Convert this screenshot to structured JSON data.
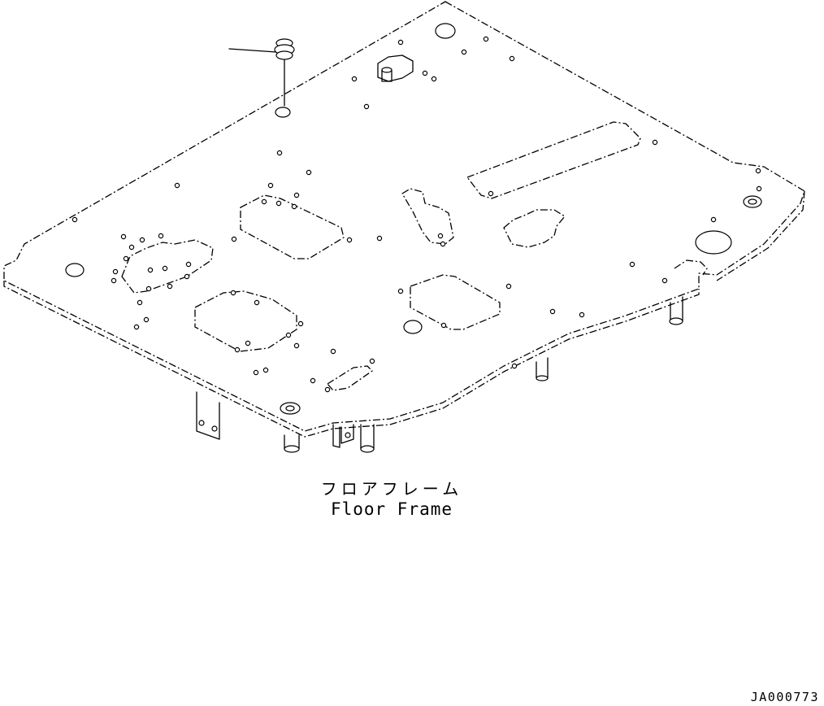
{
  "diagram": {
    "caption_jp": "フロアフレーム",
    "caption_en": "Floor Frame",
    "drawing_code": "JA000773",
    "line_color": "#000000",
    "background": "#ffffff"
  }
}
